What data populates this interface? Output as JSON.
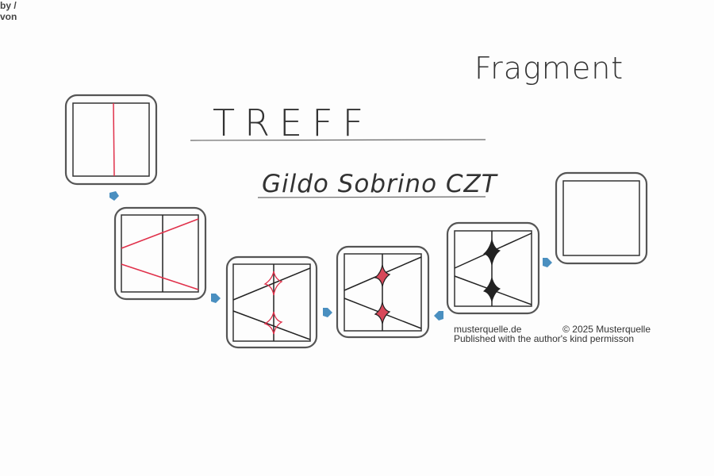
{
  "header": {
    "fragment_label": "Fragment",
    "title": "TREFF",
    "by_label": "by /",
    "von_label": "von",
    "author": "Gildo Sobrino CZT"
  },
  "credits": {
    "site": "musterquelle.de",
    "copyright": "© 2025 Musterquelle",
    "permission": "Published with the author's kind permisson"
  },
  "colors": {
    "ink": "#222222",
    "red": "#e0304a",
    "arrow": "#4a8fc0",
    "frame": "#555555"
  },
  "steps": [
    "step-1",
    "step-2",
    "step-3",
    "step-4",
    "step-5",
    "step-6"
  ]
}
